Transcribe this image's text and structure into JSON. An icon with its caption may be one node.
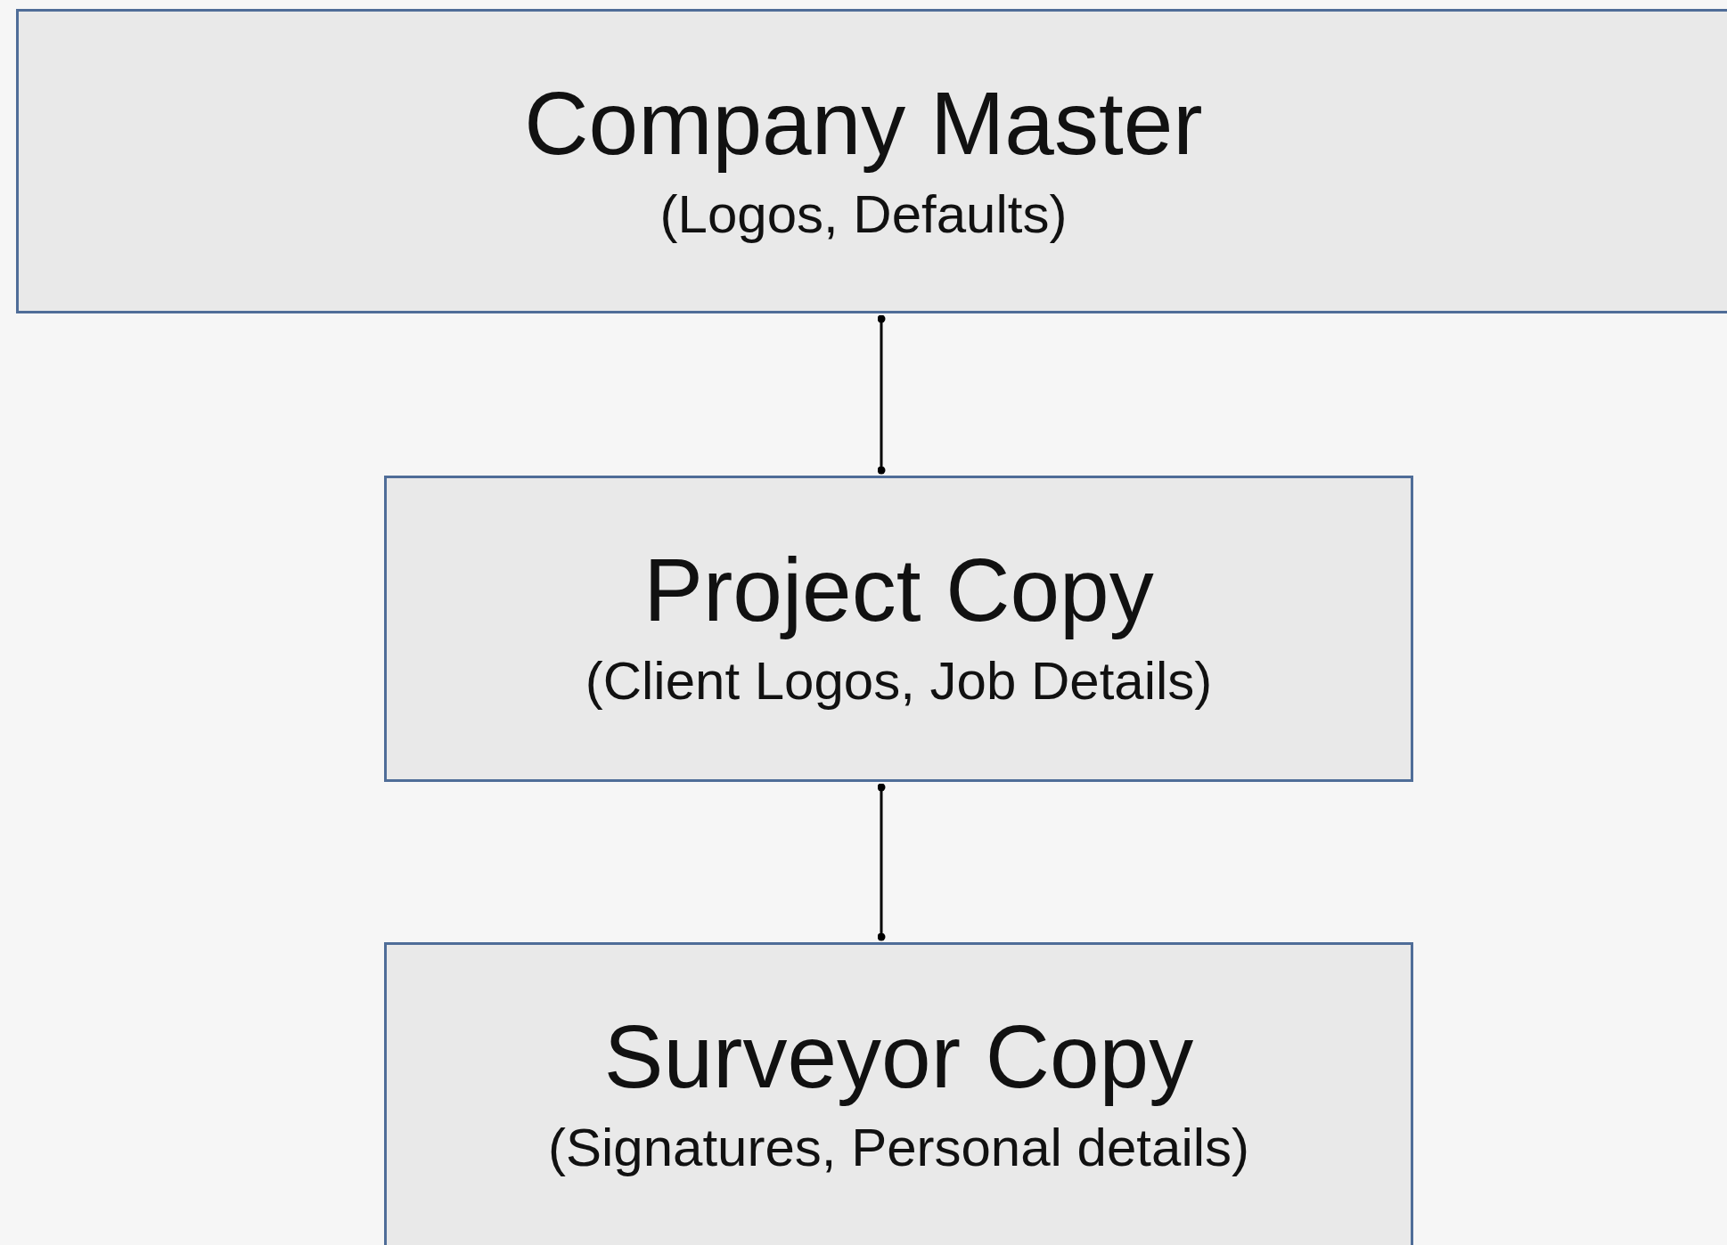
{
  "diagram": {
    "nodes": [
      {
        "text": [
          "Company Master",
          "(Logos, Defaults)"
        ]
      },
      {
        "text": [
          "Project Copy",
          "(Client Logos, Job Details)"
        ]
      },
      {
        "text": [
          "Surveyor Copy",
          "(Signatures, Personal details)"
        ]
      }
    ],
    "edges": [
      {
        "from": 0,
        "to": 1,
        "arrow": "other"
      },
      {
        "from": 1,
        "to": 2,
        "arrow": "other"
      }
    ]
  }
}
